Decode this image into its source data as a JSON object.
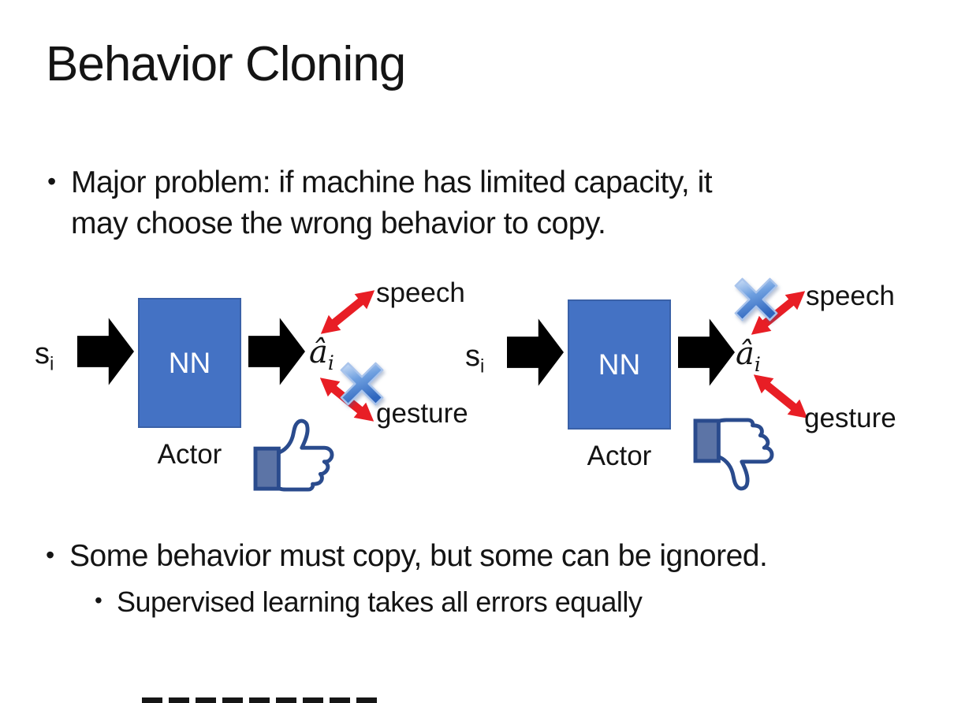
{
  "slide": {
    "title": "Behavior Cloning",
    "bullet_char": "•",
    "bullets": {
      "main1_line1": "Major problem: if machine has limited capacity, it",
      "main1_line2": "may choose the wrong behavior to copy.",
      "main2": "Some behavior must copy, but some can be ignored.",
      "sub2": "Supervised learning takes all errors equally"
    },
    "diagram_left": {
      "input_var": "s",
      "input_subscript": "i",
      "nn_box_label": "NN",
      "actor_label": "Actor",
      "output_var": "â",
      "output_subscript": "i",
      "branch_speech": "speech",
      "branch_gesture": "gesture",
      "crossed_out_branch": "gesture",
      "feedback_icon": "thumbs-up"
    },
    "diagram_right": {
      "input_var": "s",
      "input_subscript": "i",
      "nn_box_label": "NN",
      "actor_label": "Actor",
      "output_var": "â",
      "output_subscript": "i",
      "branch_speech": "speech",
      "branch_gesture": "gesture",
      "crossed_out_branch": "speech",
      "feedback_icon": "thumbs-down"
    },
    "colors": {
      "background": "#FFFFFF",
      "text": "#141414",
      "nn_box_fill": "#4472C4",
      "nn_box_border": "#3A61A8",
      "black_arrow": "#000000",
      "red_arrow": "#E81E25",
      "cross_blue": "#4A86D8",
      "thumb_outline": "#2A4B8D",
      "thumb_cuff": "#5C74A6",
      "thumb_fill": "#FFFFFF"
    }
  }
}
